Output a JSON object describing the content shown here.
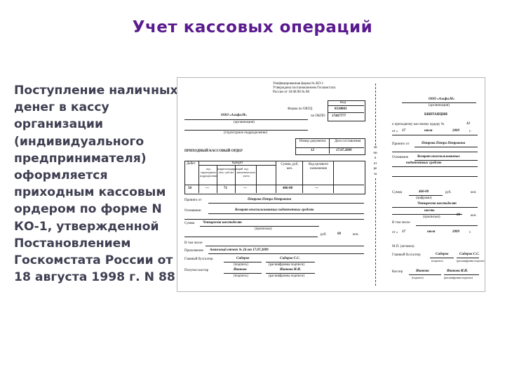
{
  "slide": {
    "title": "Учет кассовых  операций",
    "body": "Поступление наличных денег в кассу организации (индивидуального предпринимателя) оформляется приходным кассовым ордером по форме N КО-1, утвержденной Постановлением Госкомстата России от 18 августа 1998 г. N 88"
  },
  "colors": {
    "title": "#5b1b8f",
    "body": "#3f3f52",
    "doc_border": "#b5b5b5"
  },
  "form": {
    "approval": {
      "line1": "Унифицированная форма № КО-1",
      "line2": "Утверждена постановлением Госкомстата",
      "line3": "России от 18.08.98 № 88"
    },
    "code_label": "Код",
    "okud_label": "Форма по ОКУД",
    "okud_code": "0310001",
    "okpo_label": "по ОКПО",
    "okpo_code": "17467777",
    "org_name": "ООО «Альфа.М»",
    "org_caption": "(организация)",
    "unit_caption": "(структурное подразделение)",
    "doc_number_label": "Номер документа",
    "doc_date_label": "Дата составления",
    "doc_title": "ПРИХОДНЫЙ КАССОВЫЙ ОРДЕР",
    "doc_number": "12",
    "doc_date": "17.07.2009",
    "table": {
      "debit": "Дебет",
      "credit": "Кредит",
      "col_unit": "код структурного подразделения",
      "col_corr_account": "корреспондирующий счет, субсчет",
      "col_analytic": "код аналитического учета",
      "col_sum": "Сумма, руб. коп.",
      "col_purpose": "Код целевого назначения",
      "debit_value": "50",
      "unit_value": "—",
      "account_value": "71",
      "analytic_value": "—",
      "sum_value": "466-00",
      "purpose_value": "—"
    },
    "received_from_label": "Принято от",
    "received_from": "Петрова Петра Петровича",
    "basis_label": "Основание:",
    "basis": "Возврат неиспользованных подотчетных средств",
    "sum_label": "Сумма",
    "sum_words": "Четыреста шестьдесят",
    "sum_words_caption": "(прописью)",
    "rub_label": "руб.",
    "kop_label": "коп.",
    "kop_value": "00",
    "including_label": "В том числе",
    "attachment_label": "Приложение",
    "attachment": "Авансовый отчет № 24 от 17.07.2009",
    "chief_accountant_label": "Главный бухгалтер",
    "chief_signature": "Сидоров",
    "chief_name": "Сидоров С.С.",
    "signature_caption": "(подпись)",
    "decoding_caption": "(расшифровка подписи)",
    "cashier_label": "Получил кассир",
    "cashier_signature": "Иванова",
    "cashier_name": "Иванова И.И.",
    "stub": {
      "org": "ООО «Альфа.М»",
      "org_caption": "(организация)",
      "receipt_title": "КВИТАНЦИЯ",
      "to_order_label": "к приходному кассовому ордеру №",
      "order_number": "12",
      "from_label": "от «",
      "day": "17",
      "month": "июля",
      "year": "2009",
      "year_suffix": "г.",
      "received_from_label": "Принято от",
      "received_from": "Петрова Петра Петровича",
      "basis_label": "Основание",
      "basis_line1": "Возврат неиспользованных",
      "basis_line2": "подотчетных средств",
      "sum_label": "Сумма",
      "sum_digits": "466-00",
      "rub_label": "руб.",
      "kop_label": "коп.",
      "digits_caption": "(цифрами)",
      "words_line1": "Четыреста шестьдесят",
      "words_line2": "шесть",
      "words_caption": "(прописью)",
      "kop_value": "00",
      "including_label": "В том числе",
      "stamp_label": "М.П. (штампа)",
      "chief_label": "Главный бухгалтер",
      "chief_signature": "Сидоров",
      "chief_name": "Сидоров С.С.",
      "signature_caption": "(подпись)",
      "decoding_caption": "(расшифровка подписи)",
      "cashier_label": "Кассир",
      "cashier_signature": "Иванова",
      "cashier_name": "Иванова И.И."
    },
    "cut_line": "линия отреза"
  }
}
